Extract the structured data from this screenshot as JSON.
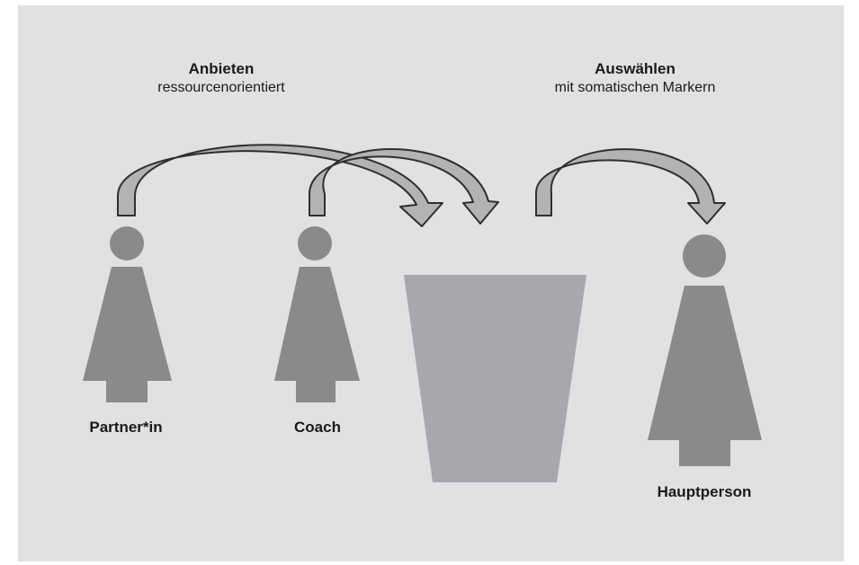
{
  "header_left": {
    "title": "Anbieten",
    "subtitle": "ressourcenorientiert"
  },
  "header_right": {
    "title": "Auswählen",
    "subtitle": "mit somatischen Markern"
  },
  "figures": {
    "partner": "Partner*in",
    "coach": "Coach",
    "main": "Hauptperson"
  },
  "colors": {
    "background": "#e1e1e3",
    "figure": "#8a8a8a",
    "bucket": "#a7a8ab",
    "arrow_fill": "#b3b3b5",
    "arrow_stroke": "#2f2f2f"
  }
}
